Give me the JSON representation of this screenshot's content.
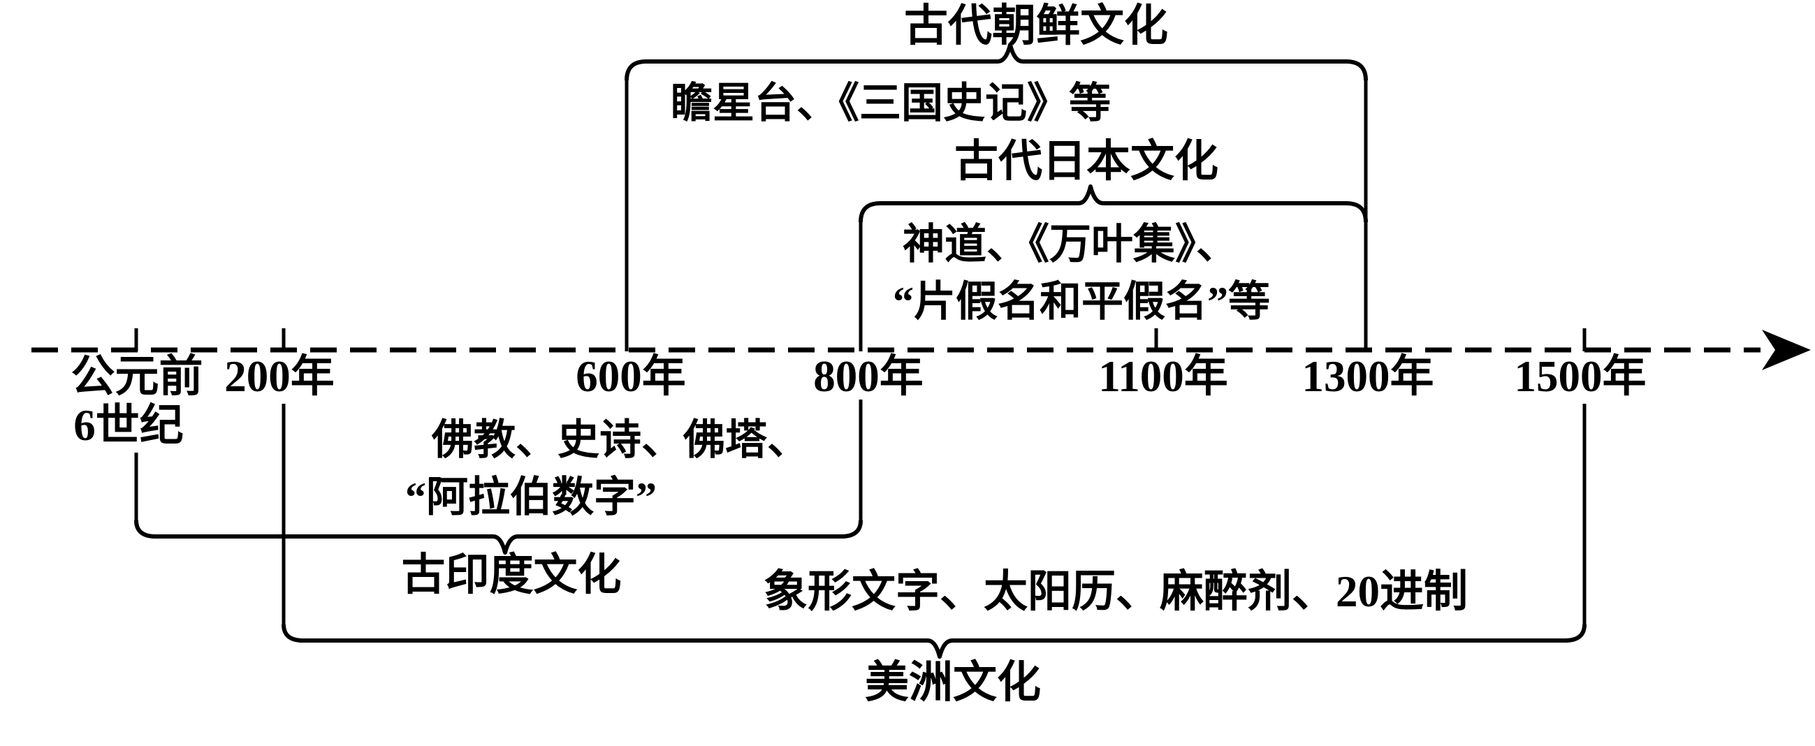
{
  "diagram_type": "horizontal-timeline",
  "colors": {
    "background": "#ffffff",
    "ink": "#000000"
  },
  "timeline": {
    "direction": "left-to-right",
    "axis_style": "dashed-line-with-right-arrow",
    "tick_labels": {
      "bc6_line1": "公元前",
      "bc6_line2": "6世纪",
      "y200": "200年",
      "y600": "600年",
      "y800": "800年",
      "y1100": "1100年",
      "y1300": "1300年",
      "y1500": "1500年"
    }
  },
  "cultures": {
    "korea": {
      "name": "古代朝鲜文化",
      "details_1": "瞻星台、《三国史记》等",
      "span_start": "600年",
      "span_end": "1300年",
      "side": "above"
    },
    "japan": {
      "name": "古代日本文化",
      "details_1": "神道、《万叶集》、",
      "details_2": "“片假名和平假名”等",
      "span_start": "800年",
      "span_end": "1300年",
      "side": "above"
    },
    "india": {
      "name": "古印度文化",
      "details_1": "佛教、史诗、佛塔、",
      "details_2": "“阿拉伯数字”",
      "span_start": "公元前6世纪",
      "span_end": "800年",
      "side": "below"
    },
    "america": {
      "name": "美洲文化",
      "details_1": "象形文字、太阳历、麻醉剂、20进制",
      "span_start": "200年",
      "span_end": "1500年",
      "side": "below"
    }
  }
}
